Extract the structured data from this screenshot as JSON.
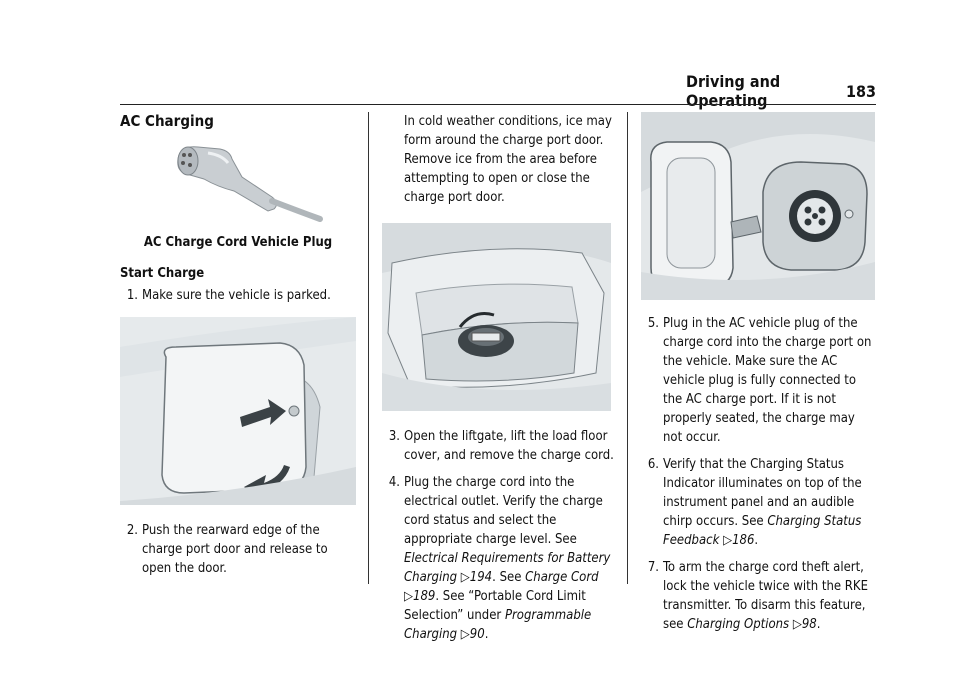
{
  "header": {
    "section": "Driving and Operating",
    "page_number": "183"
  },
  "col1": {
    "heading": "AC Charging",
    "plug_caption": "AC Charge Cord Vehicle Plug",
    "subhead": "Start Charge",
    "step1": {
      "num": "1.",
      "text": "Make sure the vehicle is parked."
    },
    "step2": {
      "num": "2.",
      "text": "Push the rearward edge of the charge port door and release to open the door."
    }
  },
  "col2": {
    "intro": "In cold weather conditions, ice may form around the charge port door. Remove ice from the area before attempting to open or close the charge port door.",
    "step3": {
      "num": "3.",
      "text": "Open the liftgate, lift the load floor cover, and remove the charge cord."
    },
    "step4": {
      "num": "4.",
      "text_a": "Plug the charge cord into the electrical outlet. Verify the charge cord status and select the appropriate charge level. See",
      "ref1": "Electrical Requirements for Battery Charging",
      "ref1_page": "194",
      "see": "See",
      "ref2": "Charge Cord",
      "ref2_page": "189",
      "text_b": "See “Portable Cord Limit Selection” under",
      "ref3": "Programmable Charging",
      "ref3_page": "90"
    }
  },
  "col3": {
    "step5": {
      "num": "5.",
      "text": "Plug in the AC vehicle plug of the charge cord into the charge port on the vehicle. Make sure the AC vehicle plug is fully connected to the AC charge port. If it is not properly seated, the charge may not occur."
    },
    "step6": {
      "num": "6.",
      "text": "Verify that the Charging Status Indicator illuminates on top of the instrument panel and an audible chirp occurs. See",
      "ref": "Charging Status Feedback",
      "ref_page": "186"
    },
    "step7": {
      "num": "7.",
      "text": "To arm the charge cord theft alert, lock the vehicle twice with the RKE transmitter. To disarm this feature, see",
      "ref": "Charging Options",
      "ref_page": "98"
    }
  },
  "icons": {
    "page_ref": "page-reference-icon"
  },
  "colors": {
    "figure_bg": "#e8ecee",
    "text": "#111111",
    "rule": "#222222"
  }
}
